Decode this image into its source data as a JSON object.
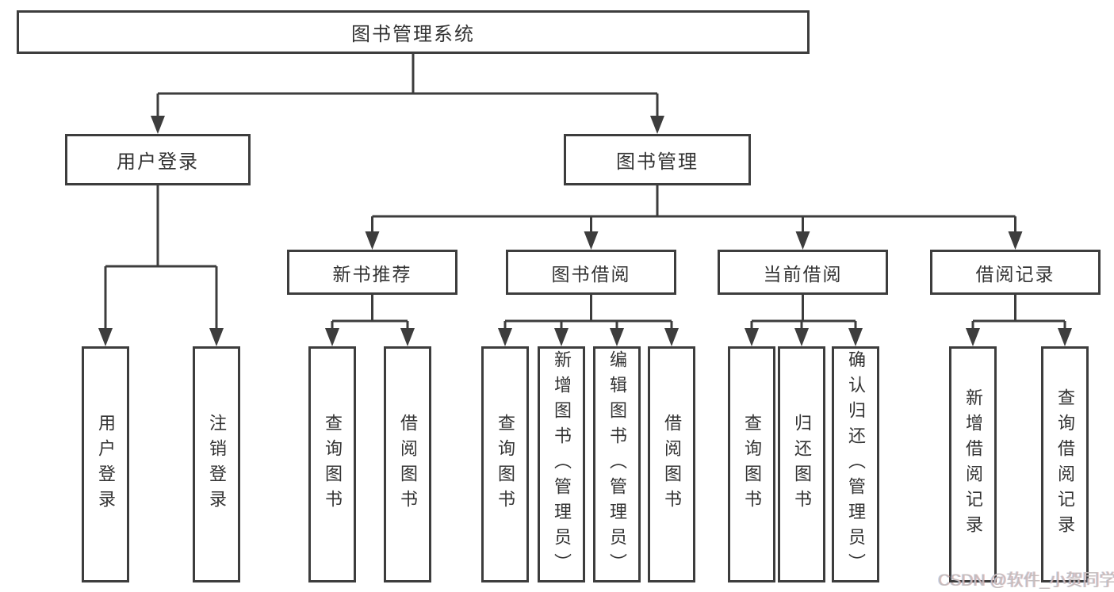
{
  "tree": {
    "root": {
      "label": "图书管理系统"
    },
    "branches": [
      {
        "label": "用户登录",
        "children": [
          {
            "label": "用户登录"
          },
          {
            "label": "注销登录"
          }
        ]
      },
      {
        "label": "图书管理",
        "children": [
          {
            "label": "新书推荐",
            "children": [
              {
                "label": "查询图书"
              },
              {
                "label": "借阅图书"
              }
            ]
          },
          {
            "label": "图书借阅",
            "children": [
              {
                "label": "查询图书"
              },
              {
                "label": "新增图书（管理员）"
              },
              {
                "label": "编辑图书（管理员）"
              },
              {
                "label": "借阅图书"
              }
            ]
          },
          {
            "label": "当前借阅",
            "children": [
              {
                "label": "查询图书"
              },
              {
                "label": "归还图书"
              },
              {
                "label": "确认归还（管理员）"
              }
            ]
          },
          {
            "label": "借阅记录",
            "children": [
              {
                "label": "新增借阅记录"
              },
              {
                "label": "查询借阅记录"
              }
            ]
          }
        ]
      }
    ]
  },
  "watermark": {
    "text": "CSDN @软件_小贺同学"
  },
  "colors": {
    "line": "#3d3d3d",
    "box_border": "#3d3d3d",
    "text": "#333333",
    "background": "#ffffff",
    "watermark": "#c4bdbd"
  }
}
